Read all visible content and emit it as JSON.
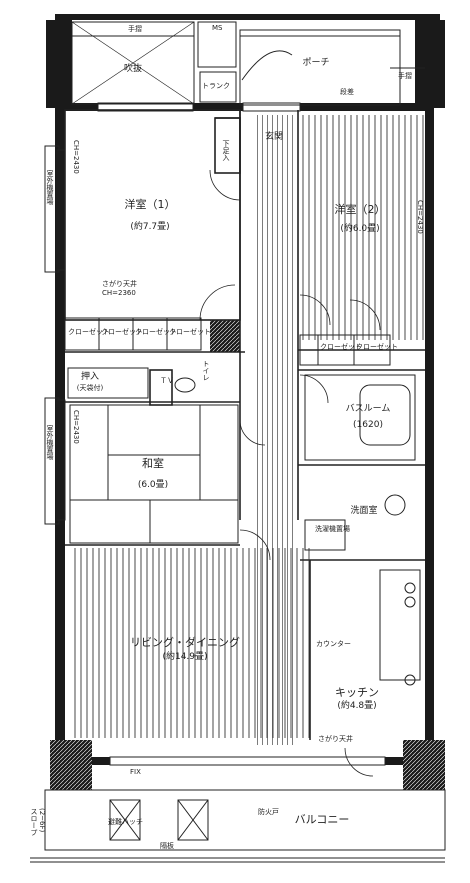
{
  "rooms": {
    "western1": {
      "name": "洋室（1）",
      "size": "(約7.7畳)"
    },
    "western2": {
      "name": "洋室（2）",
      "size": "(約6.0畳)"
    },
    "japanese": {
      "name": "和室",
      "size": "(6.0畳)"
    },
    "living": {
      "name": "リビング・ダイニング",
      "size": "(約14.9畳)"
    },
    "kitchen": {
      "name": "キッチン",
      "size": "(約4.8畳)"
    },
    "bath": {
      "name": "バスルーム",
      "size": "(1620)"
    },
    "washroom": {
      "name": "洗面室"
    },
    "entrance": {
      "name": "玄関"
    },
    "porch": {
      "name": "ポーチ"
    },
    "void": {
      "name": "吹抜"
    },
    "balcony": {
      "name": "バルコニー"
    },
    "toilet": {
      "name": "トイレ"
    }
  },
  "storage": {
    "closet": "クローゼット",
    "oshiire": "押入",
    "tenbukuro": "(天袋付)",
    "trunk": "トランク",
    "shoes": "下足入",
    "laundry": "洗濯機置場",
    "tv": "ＴＶ",
    "ms": "MS"
  },
  "annotations": {
    "ceiling_drop_top": "さがり天井",
    "ceiling_drop_top_height": "CH=2360",
    "ceiling_drop_kitchen": "さがり天井",
    "ceiling_height_top": "CH=2430",
    "ceiling_height_w2": "CH=2430",
    "ceiling_height_jp": "CH=2430",
    "ac_outdoor_1": "室外機置場",
    "ac_outdoor_2": "室外機置場",
    "hatch": "避難ハッチ",
    "partition": "隔板",
    "rail": "手摺",
    "fix": "FIX",
    "counter": "カウンター",
    "step": "段差",
    "railing": "手摺",
    "fire_door": "防火戸",
    "slope": "(2~6F)",
    "slope_label": "スロープ"
  }
}
